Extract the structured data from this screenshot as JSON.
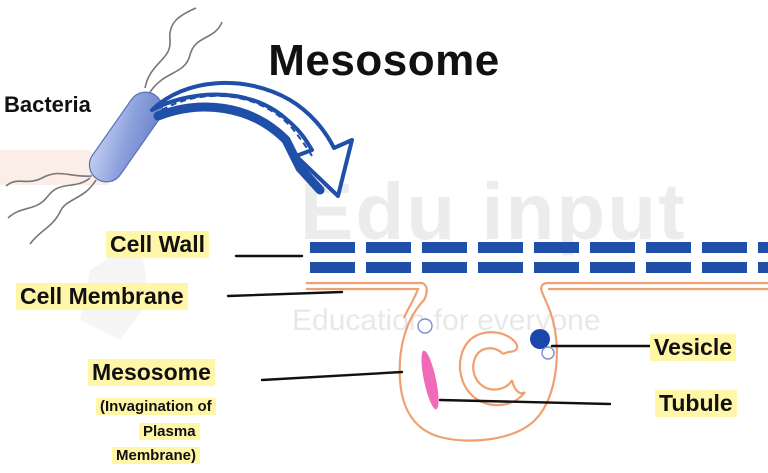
{
  "title": "Mesosome",
  "labels": {
    "bacteria": "Bacteria",
    "cell_wall": "Cell Wall",
    "cell_membrane": "Cell Membrane",
    "mesosome": "Mesosome",
    "mesosome_sub_1": "(Invagination of",
    "mesosome_sub_2": "Plasma",
    "mesosome_sub_3": "Membrane)",
    "vesicle": "Vesicle",
    "tubule": "Tubule"
  },
  "watermark": {
    "brand": "Edu input",
    "tagline": "Education for everyone"
  },
  "colors": {
    "cell_wall": "#1f4fa8",
    "membrane": "#f0a070",
    "vesicle_fill": "#1a47a8",
    "tubule": "#f06ab8",
    "arrow": "#1f4fa8",
    "highlight": "#fff6a8"
  }
}
